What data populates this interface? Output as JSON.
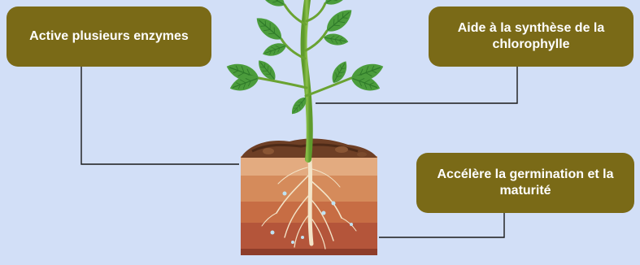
{
  "labels": {
    "enzymes": "Active plusieurs enzymes",
    "chlorophyll": "Aide à la synthèse de la chlorophylle",
    "germination": "Accélère la germination et la maturité"
  },
  "colors": {
    "background": "#d2dff7",
    "label_box": "#7a6a17",
    "leaf": "#4a9a3a",
    "stem": "#6aa332",
    "soil_top": "#e0a77a",
    "soil_deep": "#a64a32"
  },
  "icons": [
    "plant-illustration",
    "soil-cross-section",
    "root-system"
  ]
}
